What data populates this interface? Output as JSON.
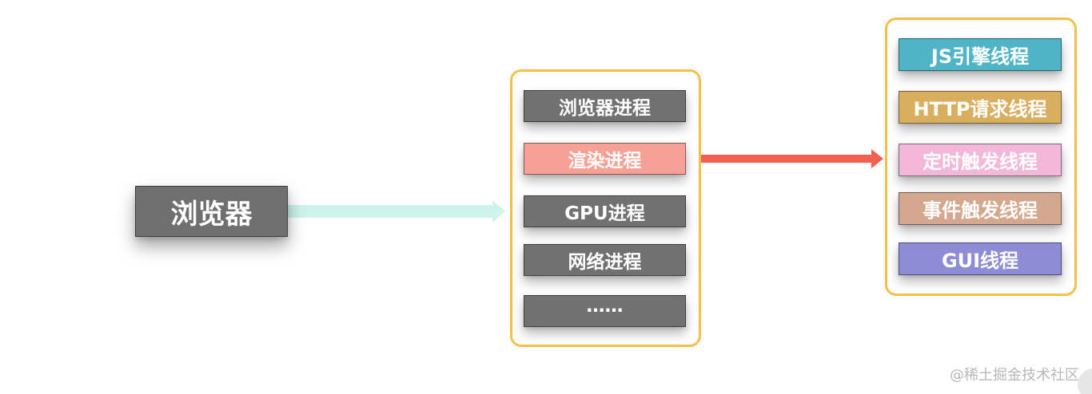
{
  "browser": {
    "label": "浏览器"
  },
  "processes": [
    {
      "label": "浏览器进程",
      "color": "#717171"
    },
    {
      "label": "渲染进程",
      "color": "#f7a096"
    },
    {
      "label": "GPU进程",
      "color": "#717171"
    },
    {
      "label": "网络进程",
      "color": "#717171"
    },
    {
      "label": "……",
      "color": "#717171"
    }
  ],
  "threads": [
    {
      "label": "JS引擎线程",
      "color": "#4fb4c6"
    },
    {
      "label": "HTTP请求线程",
      "color": "#d9ae5f"
    },
    {
      "label": "定时触发线程",
      "color": "#f3b8d9"
    },
    {
      "label": "事件触发线程",
      "color": "#d4a88e"
    },
    {
      "label": "GUI线程",
      "color": "#8f8cd6"
    }
  ],
  "colors": {
    "group_border": "#f5c04a",
    "arrow_browser": "#cdf3ea",
    "arrow_render": "#f2604f"
  },
  "watermark": "@稀土掘金技术社区"
}
